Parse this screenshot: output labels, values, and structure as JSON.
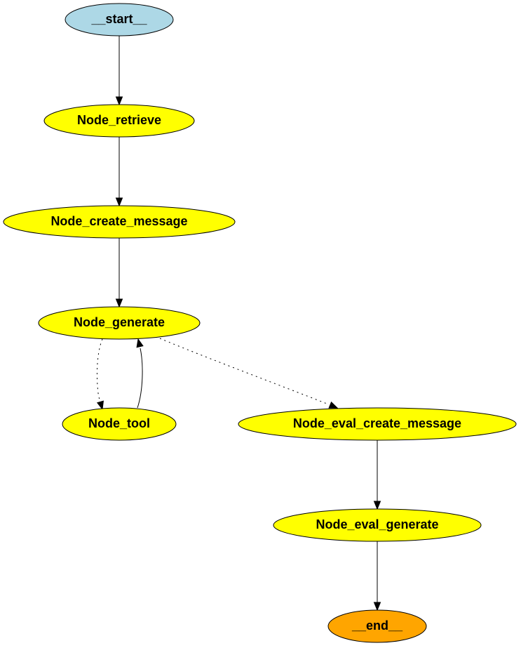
{
  "graph": {
    "nodes": [
      {
        "id": "start",
        "label": "__start__",
        "color": "#add8e6"
      },
      {
        "id": "retrieve",
        "label": "Node_retrieve",
        "color": "#ffff00"
      },
      {
        "id": "create_message",
        "label": "Node_create_message",
        "color": "#ffff00"
      },
      {
        "id": "generate",
        "label": "Node_generate",
        "color": "#ffff00"
      },
      {
        "id": "tool",
        "label": "Node_tool",
        "color": "#ffff00"
      },
      {
        "id": "eval_create_message",
        "label": "Node_eval_create_message",
        "color": "#ffff00"
      },
      {
        "id": "eval_generate",
        "label": "Node_eval_generate",
        "color": "#ffff00"
      },
      {
        "id": "end",
        "label": "__end__",
        "color": "#ffa500"
      }
    ],
    "edges": [
      {
        "from": "start",
        "to": "retrieve",
        "style": "solid"
      },
      {
        "from": "retrieve",
        "to": "create_message",
        "style": "solid"
      },
      {
        "from": "create_message",
        "to": "generate",
        "style": "solid"
      },
      {
        "from": "generate",
        "to": "tool",
        "style": "dotted"
      },
      {
        "from": "tool",
        "to": "generate",
        "style": "solid"
      },
      {
        "from": "generate",
        "to": "eval_create_message",
        "style": "dotted"
      },
      {
        "from": "eval_create_message",
        "to": "eval_generate",
        "style": "solid"
      },
      {
        "from": "eval_generate",
        "to": "end",
        "style": "solid"
      }
    ]
  }
}
